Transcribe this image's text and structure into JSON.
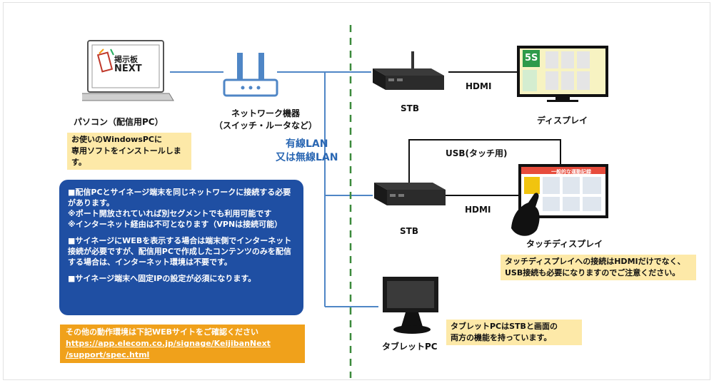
{
  "pc": {
    "label": "パソコン（配信用PC）",
    "logo_line1": "掲示板",
    "logo_line2": "NEXT",
    "note": "お使いのWindowsPCに\n専用ソフトをインストールします。"
  },
  "network": {
    "label_line1": "ネットワーク機器",
    "label_line2": "（スイッチ・ルータなど）"
  },
  "lan": {
    "line1": "有線LAN",
    "line2": "又は無線LAN"
  },
  "stb1": {
    "label": "STB"
  },
  "stb2": {
    "label": "STB"
  },
  "hdmi1": "HDMI",
  "hdmi2": "HDMI",
  "usb": "USB(タッチ用)",
  "display": {
    "label": "ディスプレイ",
    "screen_text": "5S"
  },
  "touch_display": {
    "label": "タッチディスプレイ",
    "screen_title": "一般的な運動記録",
    "note": "タッチディスプレイへの接続はHDMIだけでなく、\nUSB接続も必要になりますのでご注意ください。"
  },
  "tablet": {
    "label": "タブレットPC",
    "note": "タブレットPCはSTBと画面の\n両方の機能を持っています。"
  },
  "info": {
    "p1": "■配信PCとサイネージ端末を同じネットワークに接続する必要があります。\n※ポート開放されていれば別セグメントでも利用可能です\n※インターネット経由は不可となります（VPNは接続可能）",
    "p2": "■サイネージにWEBを表示する場合は端末側でインターネット接続が必要ですが、配信用PCで作成したコンテンツのみを配信する場合は、インターネット環境は不要です。",
    "p3": "■サイネージ端末へ固定IPの設定が必須になります。"
  },
  "spec": {
    "line1": "その他の動作環境は下記WEBサイトをご確認ください",
    "url_line1": "https://app.elecom.co.jp/signage/KeijibanNext",
    "url_line2": "/support/spec.html"
  },
  "colors": {
    "line": "#4f86c6",
    "divider": "#3c8a3c",
    "info_bg": "#1f4fa3",
    "spec_bg": "#f0a11b",
    "note_bg": "#fde9a8"
  }
}
